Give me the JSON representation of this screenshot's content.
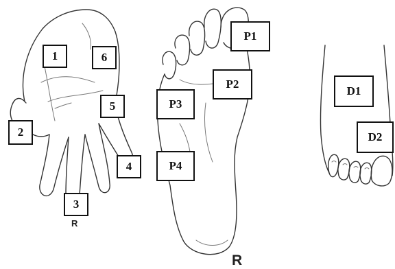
{
  "hand": {
    "labels": [
      "1",
      "2",
      "3",
      "4",
      "5",
      "6"
    ],
    "side": "R"
  },
  "sole": {
    "labels": [
      "P1",
      "P2",
      "P3",
      "P4"
    ],
    "side": "R"
  },
  "dorsum": {
    "labels": [
      "D1",
      "D2"
    ]
  }
}
